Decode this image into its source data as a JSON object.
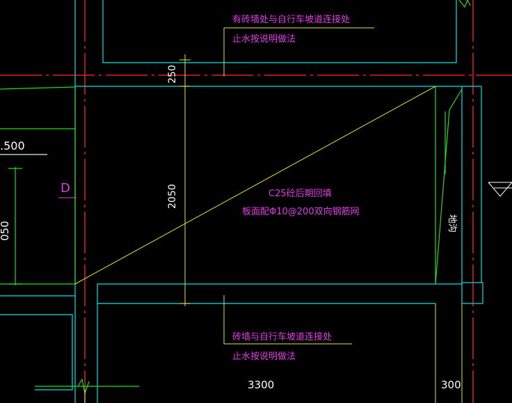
{
  "annotations": {
    "top_note_line1": "有砖墙处与自行车坡道连接处",
    "top_note_line2": "止水按说明做法",
    "center_note_line1": "C25砼后期回填",
    "center_note_line2": "板面配Φ10@200双向钢筋网",
    "bottom_note_line1": "砖墙与自行车坡道连接处",
    "bottom_note_line2": "止水按说明做法",
    "trench_label": "地沟",
    "axis_label": "D"
  },
  "dimensions": {
    "top_gap": "250",
    "height": "2050",
    "width": "3300",
    "trench_width": "300",
    "left_elevation": ".500",
    "left_partial": "050"
  },
  "colors": {
    "background": "#000000",
    "cyan": "#00e5e5",
    "green": "#1fe01f",
    "yellow": "#e6e62e",
    "red": "#e0201f",
    "magenta": "#e03ce6",
    "white": "#ffffff"
  }
}
